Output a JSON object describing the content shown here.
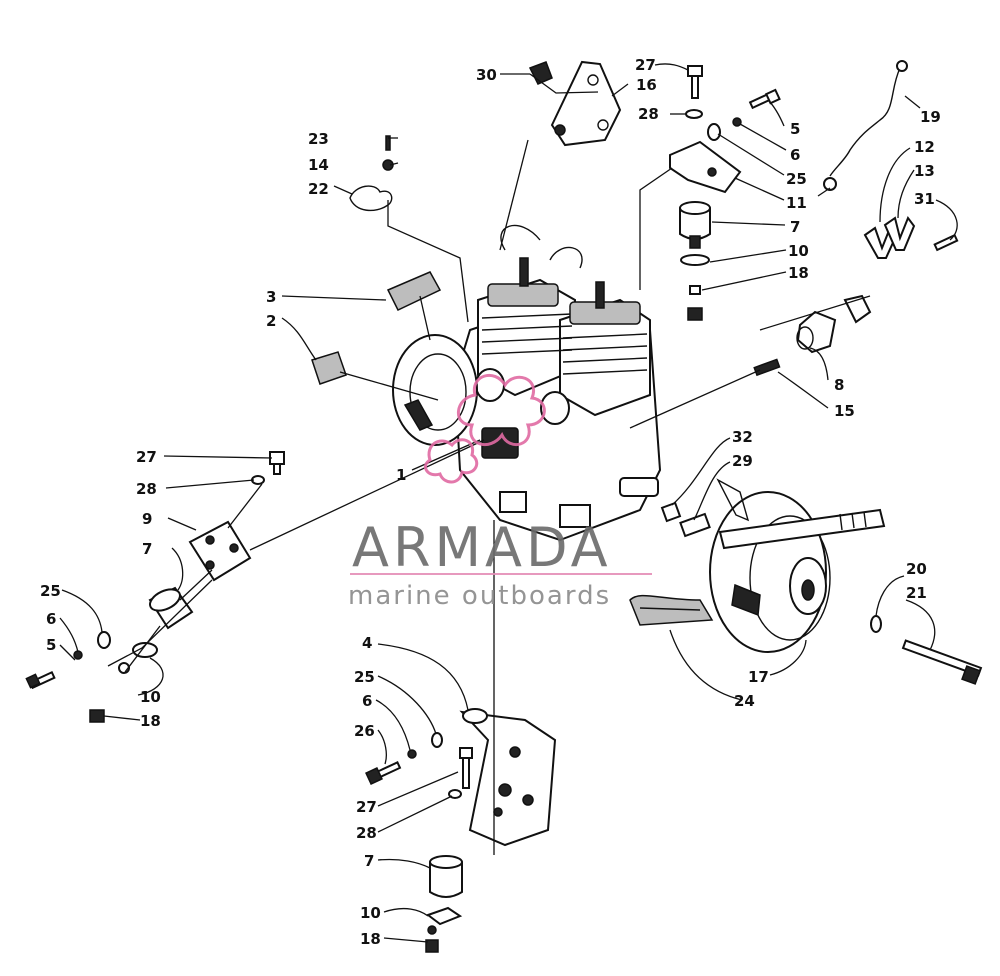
{
  "watermark": {
    "name": "ARMADA",
    "tagline": "marine outboards",
    "accent_color": "#e58fb7",
    "logo_color": "#e06aa2"
  },
  "callouts": [
    {
      "id": "c30",
      "label": "30"
    },
    {
      "id": "c16",
      "label": "16"
    },
    {
      "id": "c27a",
      "label": "27"
    },
    {
      "id": "c28a",
      "label": "28"
    },
    {
      "id": "c5a",
      "label": "5"
    },
    {
      "id": "c6a",
      "label": "6"
    },
    {
      "id": "c25a",
      "label": "25"
    },
    {
      "id": "c11",
      "label": "11"
    },
    {
      "id": "c7a",
      "label": "7"
    },
    {
      "id": "c10a",
      "label": "10"
    },
    {
      "id": "c18a",
      "label": "18"
    },
    {
      "id": "c19",
      "label": "19"
    },
    {
      "id": "c12",
      "label": "12"
    },
    {
      "id": "c13",
      "label": "13"
    },
    {
      "id": "c31",
      "label": "31"
    },
    {
      "id": "c8",
      "label": "8"
    },
    {
      "id": "c15",
      "label": "15"
    },
    {
      "id": "c23",
      "label": "23"
    },
    {
      "id": "c14",
      "label": "14"
    },
    {
      "id": "c22",
      "label": "22"
    },
    {
      "id": "c3",
      "label": "3"
    },
    {
      "id": "c2",
      "label": "2"
    },
    {
      "id": "c1",
      "label": "1"
    },
    {
      "id": "c27b",
      "label": "27"
    },
    {
      "id": "c28b",
      "label": "28"
    },
    {
      "id": "c9",
      "label": "9"
    },
    {
      "id": "c7b",
      "label": "7"
    },
    {
      "id": "c25b",
      "label": "25"
    },
    {
      "id": "c6b",
      "label": "6"
    },
    {
      "id": "c5b",
      "label": "5"
    },
    {
      "id": "c10b",
      "label": "10"
    },
    {
      "id": "c18b",
      "label": "18"
    },
    {
      "id": "c32",
      "label": "32"
    },
    {
      "id": "c29",
      "label": "29"
    },
    {
      "id": "c20",
      "label": "20"
    },
    {
      "id": "c21",
      "label": "21"
    },
    {
      "id": "c17",
      "label": "17"
    },
    {
      "id": "c24",
      "label": "24"
    },
    {
      "id": "c4",
      "label": "4"
    },
    {
      "id": "c25c",
      "label": "25"
    },
    {
      "id": "c6c",
      "label": "6"
    },
    {
      "id": "c26",
      "label": "26"
    },
    {
      "id": "c27c",
      "label": "27"
    },
    {
      "id": "c28c",
      "label": "28"
    },
    {
      "id": "c7c",
      "label": "7"
    },
    {
      "id": "c10c",
      "label": "10"
    },
    {
      "id": "c18c",
      "label": "18"
    }
  ]
}
